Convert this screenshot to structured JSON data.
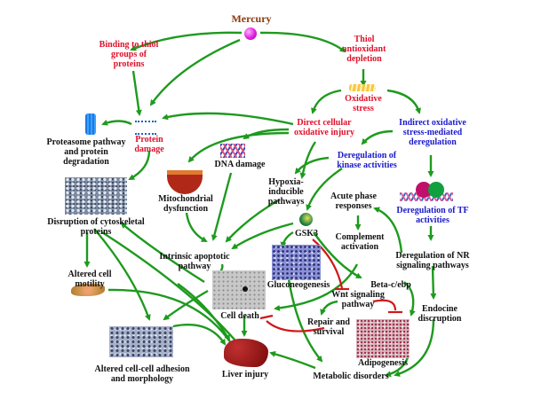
{
  "title": "Mercury",
  "colors": {
    "activation": "#1e9a1e",
    "inhibition": "#d01818",
    "hazard": "#e0102a",
    "indirect": "#1a1acc",
    "title": "#8b3a10"
  },
  "nodes": {
    "binding": "Binding to thiol\ngroups of\nproteins",
    "thiol": "Thiol\nantioxidant\ndepletion",
    "oxidative": "Oxidative\nstress",
    "protein_damage": "Protein\ndamage",
    "direct": "Direct cellular\noxidative injury",
    "indirect": "Indirect oxidative\nstress-mediated\nderegulation",
    "proteasome": "Proteasome pathway\nand protein\ndegradation",
    "dna": "DNA damage",
    "kinase": "Deregulation of\nkinase activities",
    "mito": "Mitochondrial\ndysfunction",
    "hypoxia": "Hypoxia-\ninducible\npathways",
    "acute": "Acute phase\nresponses",
    "tf": "Deregulation of TF\nactivities",
    "cyto": "Disruption of cytoskeletal\nproteins",
    "gsk3": "GSK3",
    "complement": "Complement\nactivation",
    "nr": "Deregulation of NR\nsignaling pathways",
    "intrinsic": "Intrinsic apoptotic\npathway",
    "gluco": "Gluconeogenesis",
    "beta": "Beta-c/ebp",
    "motility": "Altered cell\nmotility",
    "wnt": "Wnt signaling\npathway",
    "endocrine": "Endocine\ndiscruption",
    "celldeath": "Cell death",
    "repair": "Repair and\nsurvival",
    "adipo": "Adipogenesis",
    "adhesion": "Altered cell-cell adhesion\nand morphology",
    "liver": "Liver injury",
    "metabolic": "Metabolic disorders"
  },
  "icons": [
    "mercury-sphere-icon",
    "oxidative-stress-icon",
    "protein-wave-icon",
    "proteasome-icon",
    "dna-icon",
    "mitochondrion-icon",
    "transcription-factor-icon",
    "gsk3-sphere-icon",
    "cell-icon",
    "liver-icon",
    "tissue-micrograph-icon"
  ]
}
